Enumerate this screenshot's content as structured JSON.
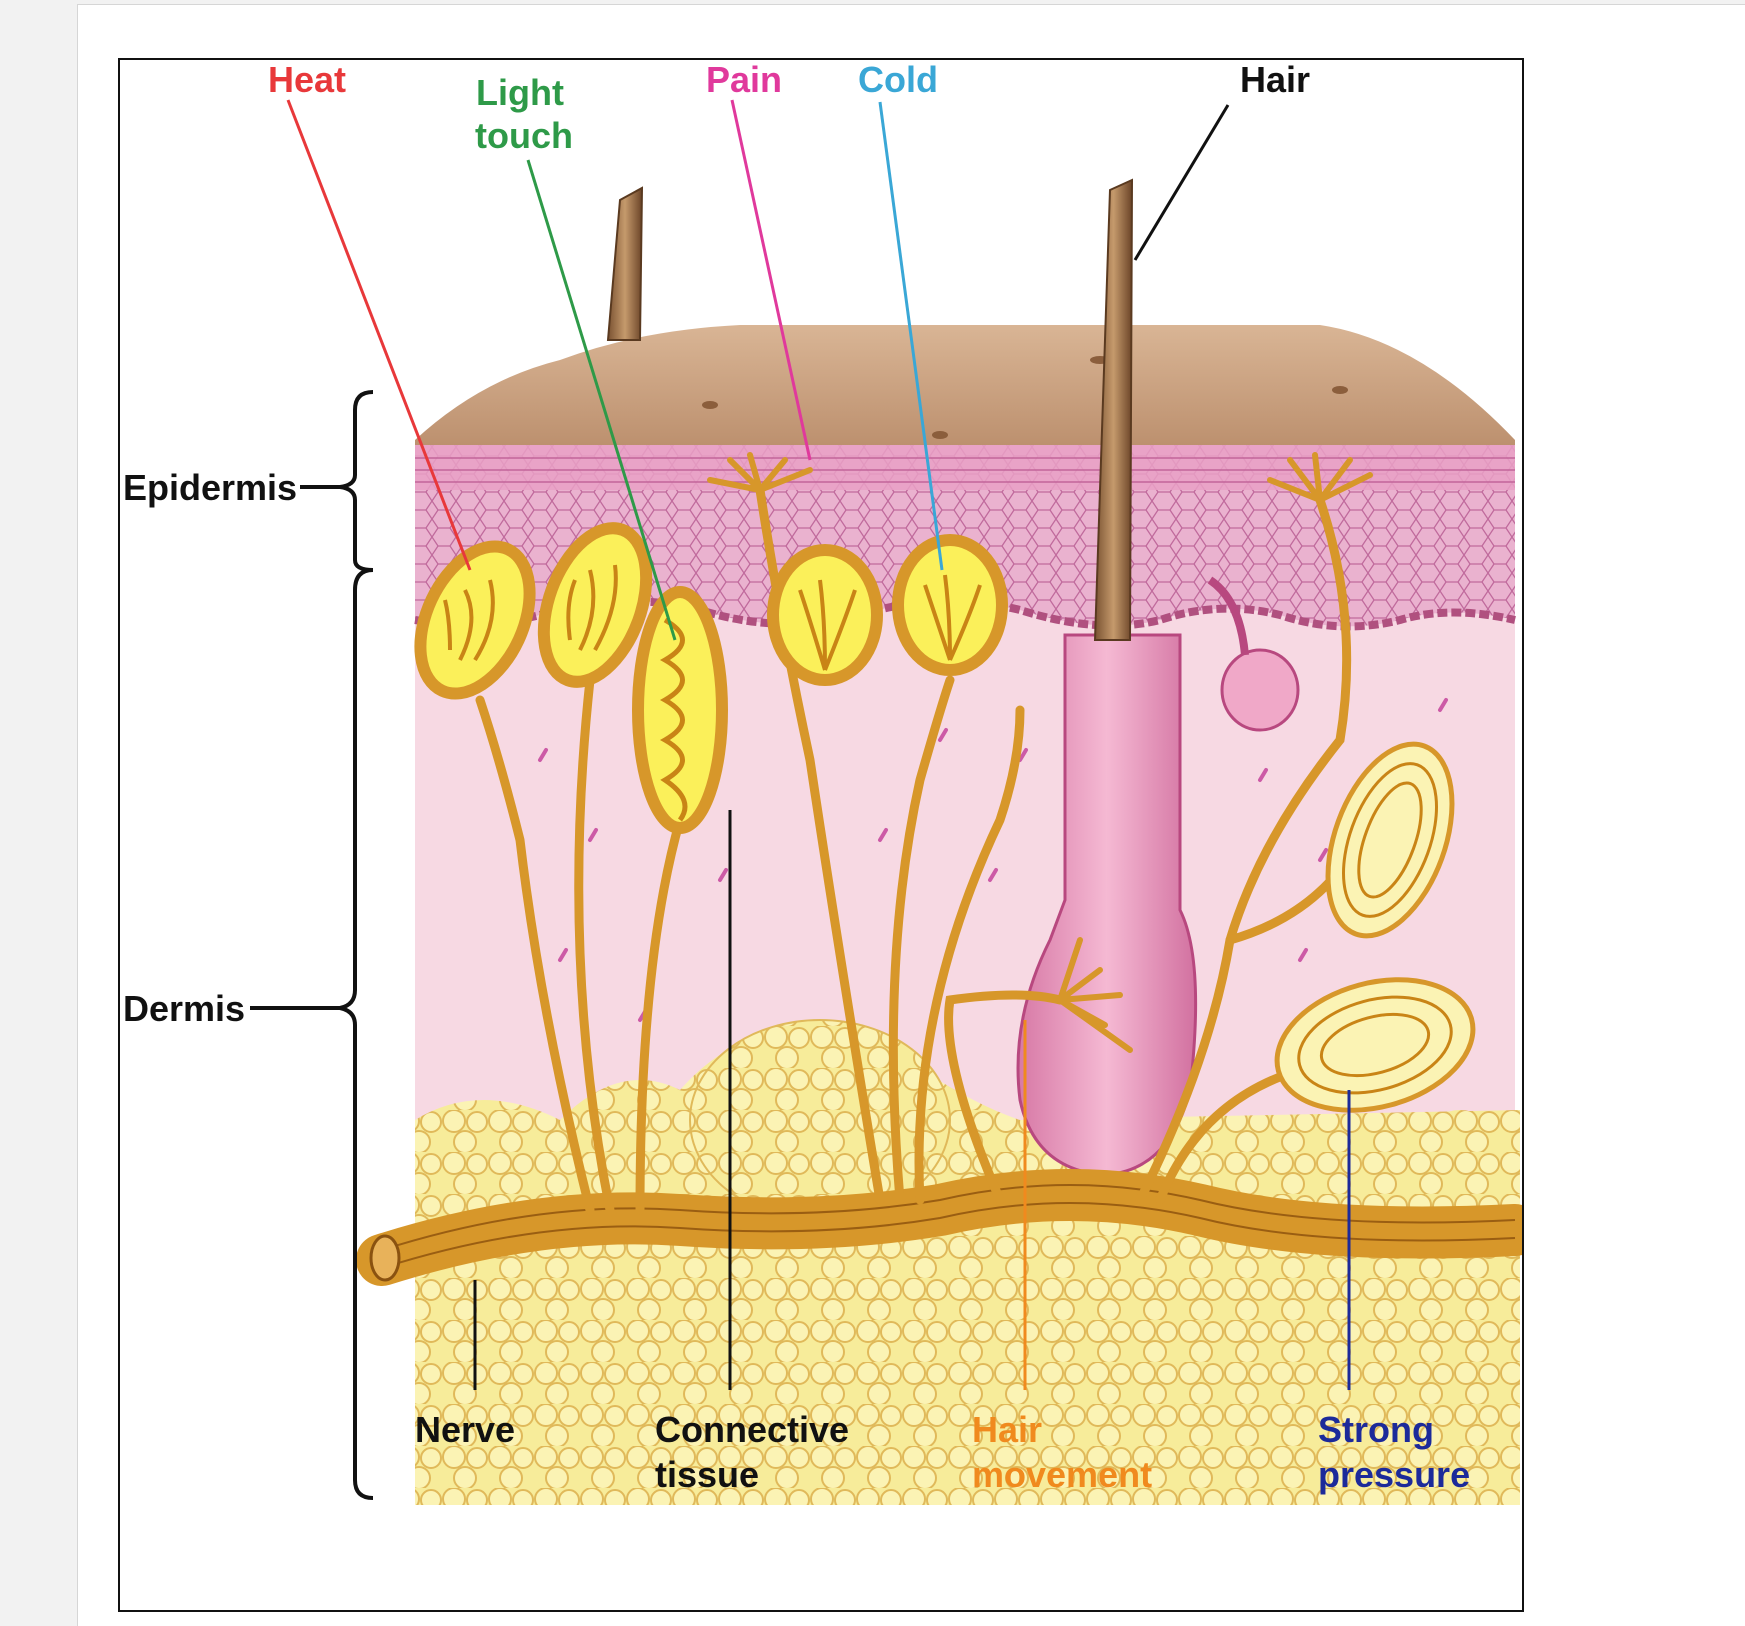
{
  "labels": {
    "heat": "Heat",
    "light_touch_1": "Light",
    "light_touch_2": "touch",
    "pain": "Pain",
    "cold": "Cold",
    "hair": "Hair",
    "epidermis": "Epidermis",
    "dermis": "Dermis",
    "nerve": "Nerve",
    "connective_1": "Connective",
    "connective_2": "tissue",
    "hair_movement_1": "Hair",
    "hair_movement_2": "movement",
    "strong_pressure_1": "Strong",
    "strong_pressure_2": "pressure"
  },
  "colors": {
    "heat": "#e8383a",
    "light_touch": "#2e9a48",
    "pain": "#e0399c",
    "cold": "#3aa7d6",
    "hair": "#111111",
    "structure": "#111111",
    "hair_movement": "#f08a1e",
    "strong_pressure": "#1c2a9a",
    "surface": "#c9a07f",
    "epidermis": "#e7a6c9",
    "dermis": "#f7d9e3",
    "fat": "#f7ec9a",
    "nerve": "#e0a02a",
    "follicle": "#e88fb6"
  }
}
